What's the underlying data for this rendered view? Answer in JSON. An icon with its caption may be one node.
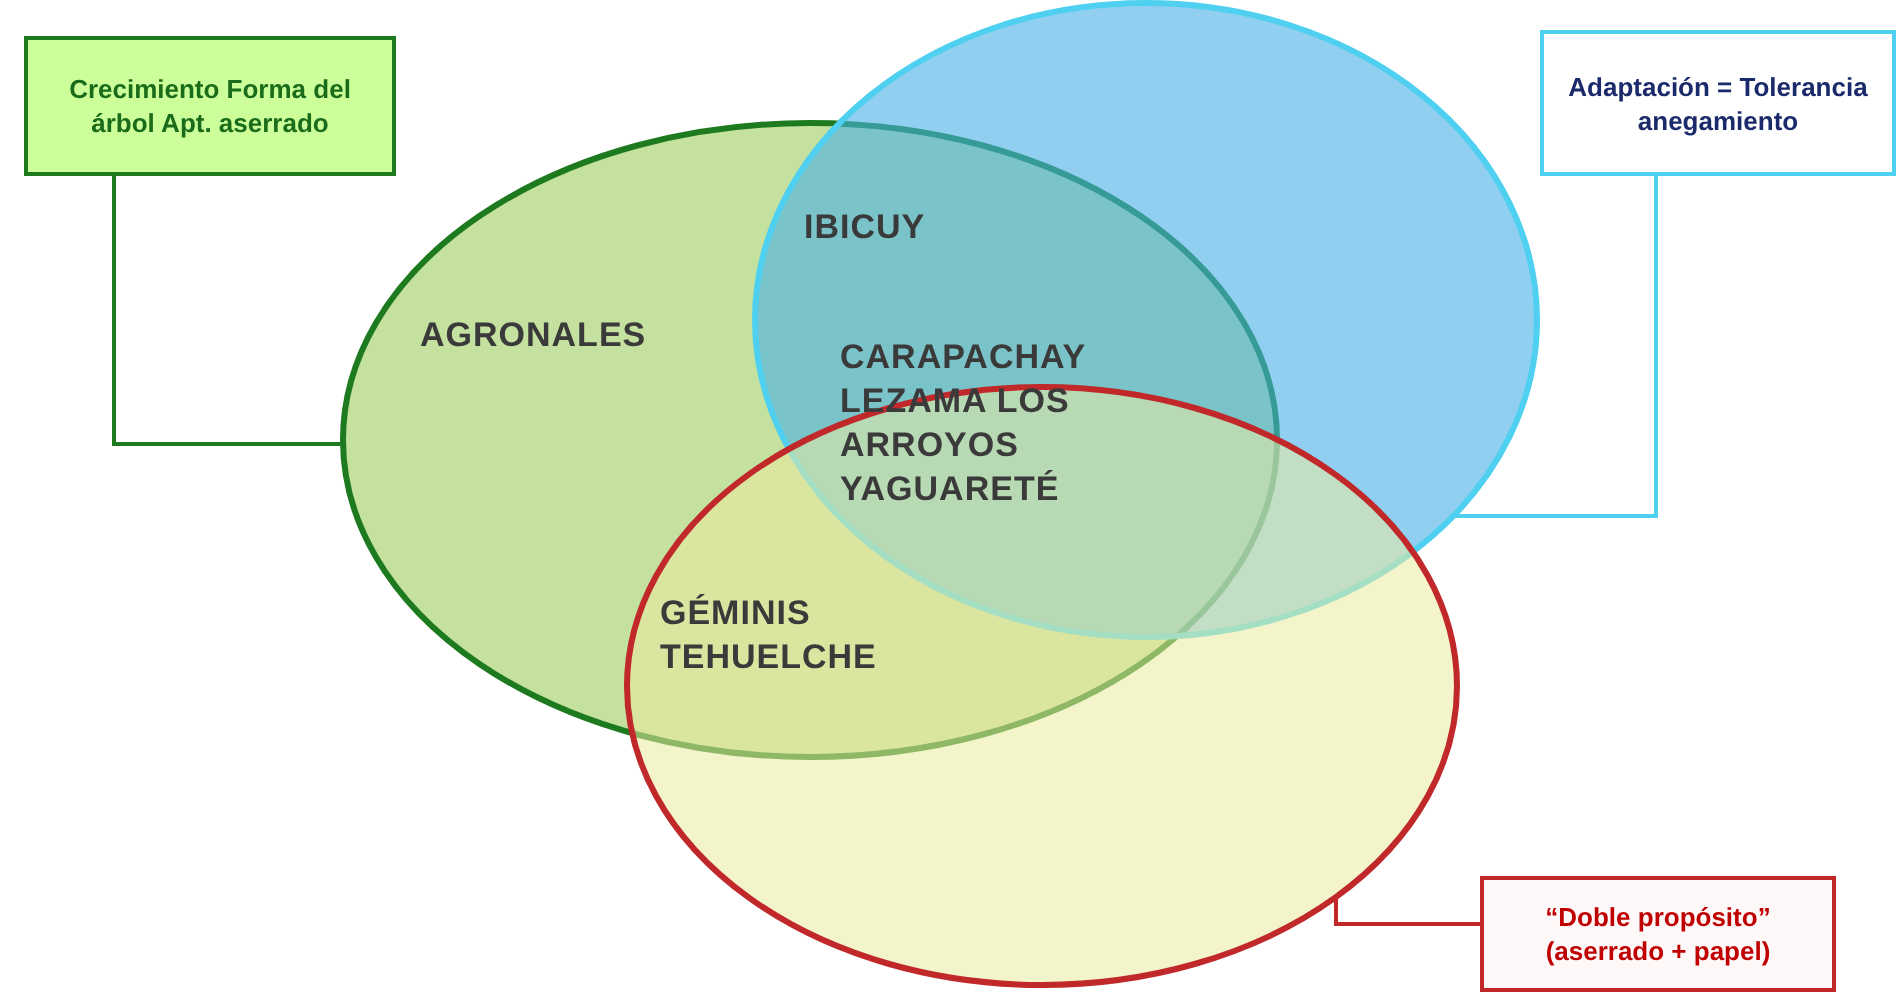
{
  "diagram": {
    "nodes": [
      {
        "text": [
          "Crecimiento Forma del árbol Apt. aserrado"
        ]
      },
      {
        "text": [
          "Adaptación = Tolerancia anegamiento"
        ]
      },
      {
        "text": [],
        "shape": "ellipse"
      },
      {
        "text": [],
        "shape": "ellipse"
      },
      {
        "text": [],
        "shape": "ellipse"
      },
      {
        "text": [
          "“Doble propósito” (aserrado + papel)"
        ]
      }
    ],
    "edges": [
      {
        "from": 0,
        "to": 2,
        "arrow": "none",
        "color": "#1e7a1e"
      },
      {
        "from": 1,
        "to": 3,
        "arrow": "none",
        "color": "#4fd0f0"
      },
      {
        "from": 5,
        "to": 4,
        "arrow": "none",
        "color": "#c0282a"
      }
    ],
    "labels": [
      "IBICUY",
      "AGRONALES",
      "CARAPACHAY LEZAMA LOS ARROYOS YAGUARETÉ",
      "GÉMINIS TEHUELCHE"
    ]
  }
}
